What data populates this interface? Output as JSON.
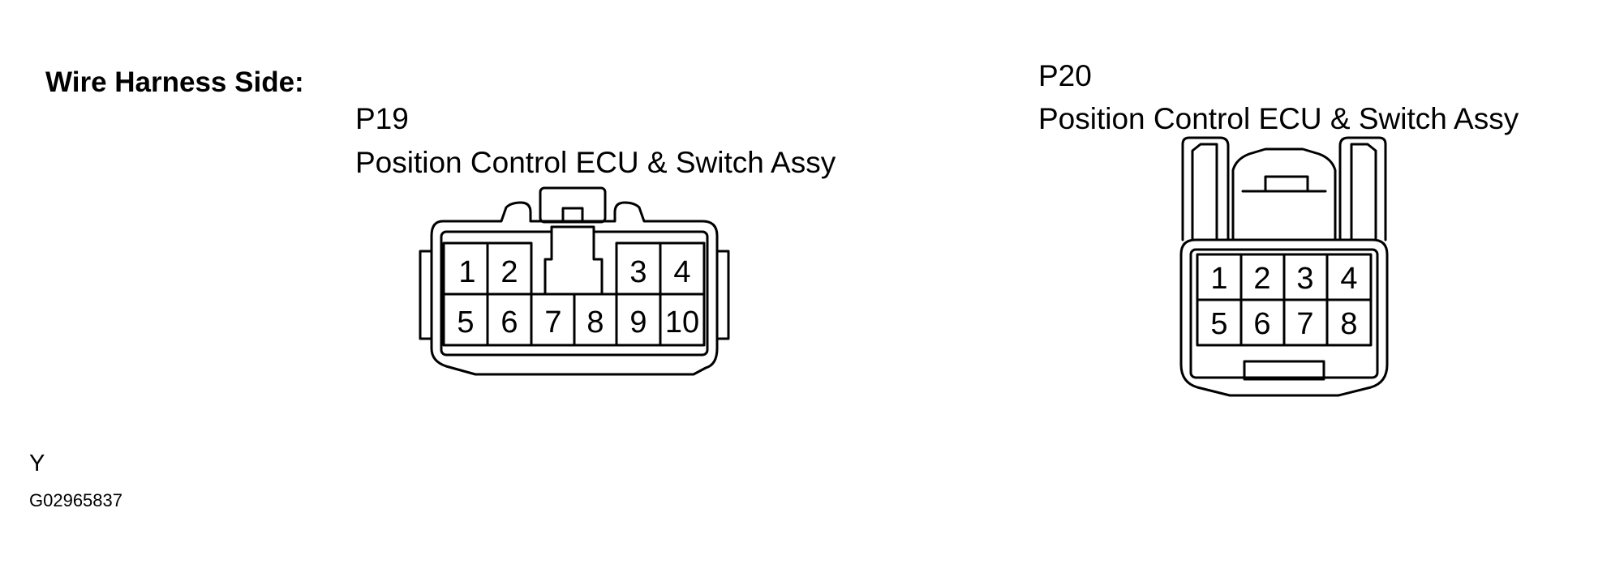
{
  "heading": "Wire Harness Side:",
  "connectors": [
    {
      "id": "P19",
      "name": "Position Control ECU & Switch Assy",
      "pins_top": [
        "1",
        "2",
        "3",
        "4"
      ],
      "pins_bottom": [
        "5",
        "6",
        "7",
        "8",
        "9",
        "10"
      ]
    },
    {
      "id": "P20",
      "name": "Position Control ECU & Switch Assy",
      "pins_top": [
        "1",
        "2",
        "3",
        "4"
      ],
      "pins_bottom": [
        "5",
        "6",
        "7",
        "8"
      ]
    }
  ],
  "view_letter": "Y",
  "figure_code": "G02965837"
}
